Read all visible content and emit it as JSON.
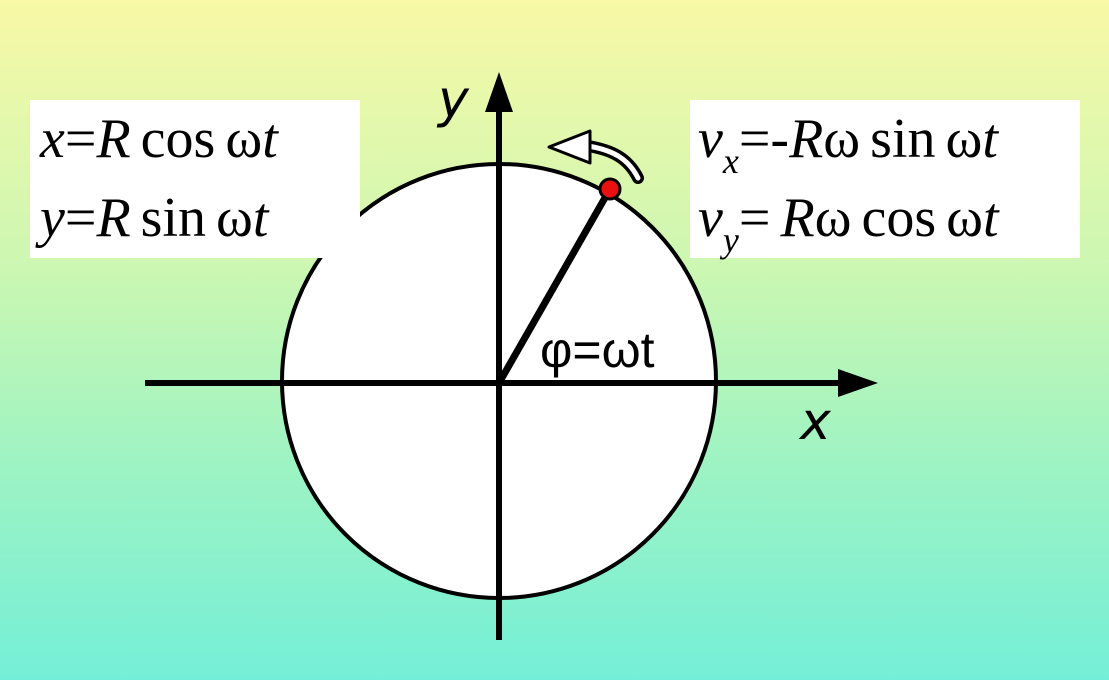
{
  "left_equations": {
    "x_line": {
      "var": "x",
      "eq": "=",
      "R": "R",
      "func": "cos",
      "omega": "ω",
      "t": "t"
    },
    "y_line": {
      "var": "y",
      "eq": "=",
      "R": "R",
      "func": "sin",
      "omega": "ω",
      "t": "t"
    }
  },
  "right_equations": {
    "vx_line": {
      "v": "v",
      "sub": "x",
      "eq": "=-",
      "R": "R",
      "omega1": "ω",
      "func": "sin",
      "omega2": "ω",
      "t": "t"
    },
    "vy_line": {
      "v": "v",
      "sub": "y",
      "eq": "=",
      "R": "R",
      "omega1": "ω",
      "func": "cos",
      "omega2": "ω",
      "t": "t"
    }
  },
  "axes": {
    "x_label": "x",
    "y_label": "y"
  },
  "angle_label": "φ=ωt",
  "colors": {
    "point_fill": "#e81010",
    "circle_fill": "#ffffff",
    "stroke": "#000000"
  },
  "icons": {
    "rotation_arrow": "curved-arrow-counterclockwise-icon",
    "moving_point": "point-marker-icon"
  }
}
